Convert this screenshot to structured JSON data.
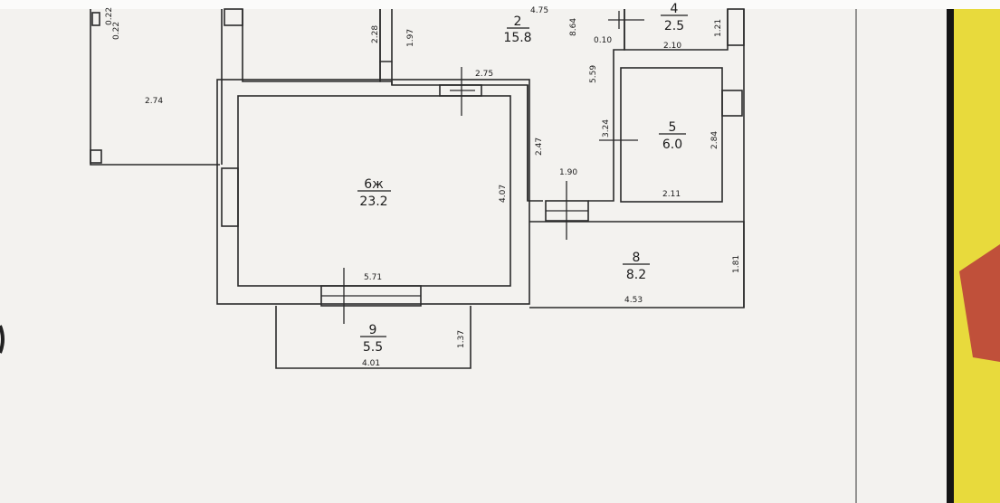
{
  "rooms": [
    {
      "number": "2",
      "area": "15.8"
    },
    {
      "number": "4",
      "area": "2.5"
    },
    {
      "number": "5",
      "area": "6.0"
    },
    {
      "number": "6ж",
      "area": "23.2"
    },
    {
      "number": "8",
      "area": "8.2"
    },
    {
      "number": "9",
      "area": "5.5"
    }
  ],
  "dimensions": {
    "d_022a": "0.22",
    "d_022b": "0.22",
    "d_274": "2.74",
    "d_228": "2.28",
    "d_197": "1.97",
    "d_475": "4.75",
    "d_864": "8.64",
    "d_010": "0.10",
    "d_559": "5.59",
    "d_210": "2.10",
    "d_121": "1.21",
    "d_275": "2.75",
    "d_247": "2.47",
    "d_324": "3.24",
    "d_284": "2.84",
    "d_211": "2.11",
    "d_190": "1.90",
    "d_407": "4.07",
    "d_571": "5.71",
    "d_181": "1.81",
    "d_453": "4.53",
    "d_137": "1.37",
    "d_401": "4.01"
  },
  "colors": {
    "paper": "#f2f1ee",
    "ink": "#2a2a2a",
    "wall": "#ece04a",
    "tabletop": "#1a1a1a",
    "accent": "#c9553a"
  }
}
